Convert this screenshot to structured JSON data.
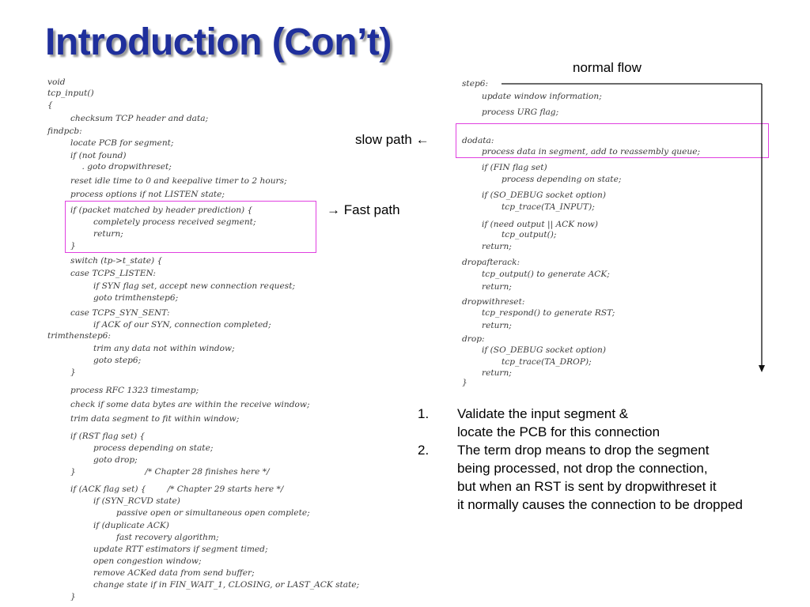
{
  "slide": {
    "title": "Introduction (Con’t)",
    "annotations": {
      "normal_flow": "normal flow",
      "slow_path": "slow path",
      "fast_path": "Fast path"
    },
    "left_code": [
      {
        "text": "void",
        "indent": 0
      },
      {
        "text": "tcp_input()",
        "indent": 0
      },
      {
        "text": "{",
        "indent": 0
      },
      {
        "text": "checksum TCP header and data;",
        "indent": 1
      },
      {
        "text": "findpcb:",
        "indent": 0
      },
      {
        "text": "locate PCB for segment;",
        "indent": 1
      },
      {
        "text": "if (not found)",
        "indent": 1
      },
      {
        "text": ". goto dropwithreset;",
        "indent": 1.5
      },
      {
        "text": "reset idle time to 0 and keepalive timer to 2 hours;",
        "indent": 1
      },
      {
        "text": "process options if not LISTEN state;",
        "indent": 1
      },
      {
        "text": "if (packet matched by header prediction) {",
        "indent": 1
      },
      {
        "text": "completely process received segment;",
        "indent": 2
      },
      {
        "text": "return;",
        "indent": 2
      },
      {
        "text": "}",
        "indent": 1
      },
      {
        "text": "switch (tp->t_state) {",
        "indent": 1
      },
      {
        "text": "case TCPS_LISTEN:",
        "indent": 1
      },
      {
        "text": "if SYN flag set, accept new connection request;",
        "indent": 2
      },
      {
        "text": "goto trimthenstep6;",
        "indent": 2
      },
      {
        "text": "case TCPS_SYN_SENT:",
        "indent": 1
      },
      {
        "text": "if ACK of our SYN, connection completed;",
        "indent": 2
      },
      {
        "text": "trimthenstep6:",
        "indent": 0
      },
      {
        "text": "trim any data not within window;",
        "indent": 2
      },
      {
        "text": "goto step6;",
        "indent": 2
      },
      {
        "text": "}",
        "indent": 1
      },
      {
        "text": "process RFC 1323 timestamp;",
        "indent": 1
      },
      {
        "text": "check if some data bytes are within the receive window;",
        "indent": 1
      },
      {
        "text": "trim data segment to fit within window;",
        "indent": 1
      },
      {
        "text": "if (RST flag set) {",
        "indent": 1
      },
      {
        "text": "process depending on state;",
        "indent": 2
      },
      {
        "text": "goto drop;",
        "indent": 2
      },
      {
        "text": "}                          /* Chapter 28 finishes here */",
        "indent": 1
      },
      {
        "text": "if (ACK flag set) {        /* Chapter 29 starts here */",
        "indent": 1
      },
      {
        "text": "if (SYN_RCVD state)",
        "indent": 2
      },
      {
        "text": "passive open or simultaneous open complete;",
        "indent": 3
      },
      {
        "text": "if (duplicate ACK)",
        "indent": 2
      },
      {
        "text": "fast recovery algorithm;",
        "indent": 3
      },
      {
        "text": "update RTT estimators if segment timed;",
        "indent": 2
      },
      {
        "text": "open congestion window;",
        "indent": 2
      },
      {
        "text": "remove ACKed data from send buffer;",
        "indent": 2
      },
      {
        "text": "change state if in FIN_WAIT_1, CLOSING, or LAST_ACK state;",
        "indent": 2
      },
      {
        "text": "}",
        "indent": 1
      }
    ],
    "right_code": [
      {
        "text": "step6:",
        "indent": 0
      },
      {
        "text": "update window information;",
        "indent": 1
      },
      {
        "text": "process URG flag;",
        "indent": 1
      },
      {
        "text": "dodata:",
        "indent": 0
      },
      {
        "text": "process data in segment, add to reassembly queue;",
        "indent": 1
      },
      {
        "text": "if (FIN flag set)",
        "indent": 1
      },
      {
        "text": "process depending on state;",
        "indent": 2
      },
      {
        "text": "if (SO_DEBUG socket option)",
        "indent": 1
      },
      {
        "text": "tcp_trace(TA_INPUT);",
        "indent": 2
      },
      {
        "text": "if (need output || ACK now)",
        "indent": 1
      },
      {
        "text": "tcp_output();",
        "indent": 2
      },
      {
        "text": "return;",
        "indent": 1
      },
      {
        "text": "dropafterack:",
        "indent": 0
      },
      {
        "text": "tcp_output() to generate ACK;",
        "indent": 1
      },
      {
        "text": "return;",
        "indent": 1
      },
      {
        "text": "dropwithreset:",
        "indent": 0
      },
      {
        "text": "tcp_respond() to generate RST;",
        "indent": 1
      },
      {
        "text": "return;",
        "indent": 1
      },
      {
        "text": "drop:",
        "indent": 0
      },
      {
        "text": "if (SO_DEBUG socket option)",
        "indent": 1
      },
      {
        "text": "tcp_trace(TA_DROP);",
        "indent": 2
      },
      {
        "text": "return;",
        "indent": 1
      },
      {
        "text": "}",
        "indent": 0
      }
    ],
    "notes": [
      {
        "num": "1.",
        "lines": [
          "Validate the input segment &",
          "locate the PCB for this connection"
        ]
      },
      {
        "num": "2.",
        "lines": [
          "The term drop means to drop the segment",
          "being processed, not drop the connection,",
          "but when an RST is sent by dropwithreset it",
          "it normally causes the connection to be dropped"
        ]
      }
    ],
    "colors": {
      "title": "#1f2f9c",
      "highlight_box": "#e040e0"
    }
  }
}
